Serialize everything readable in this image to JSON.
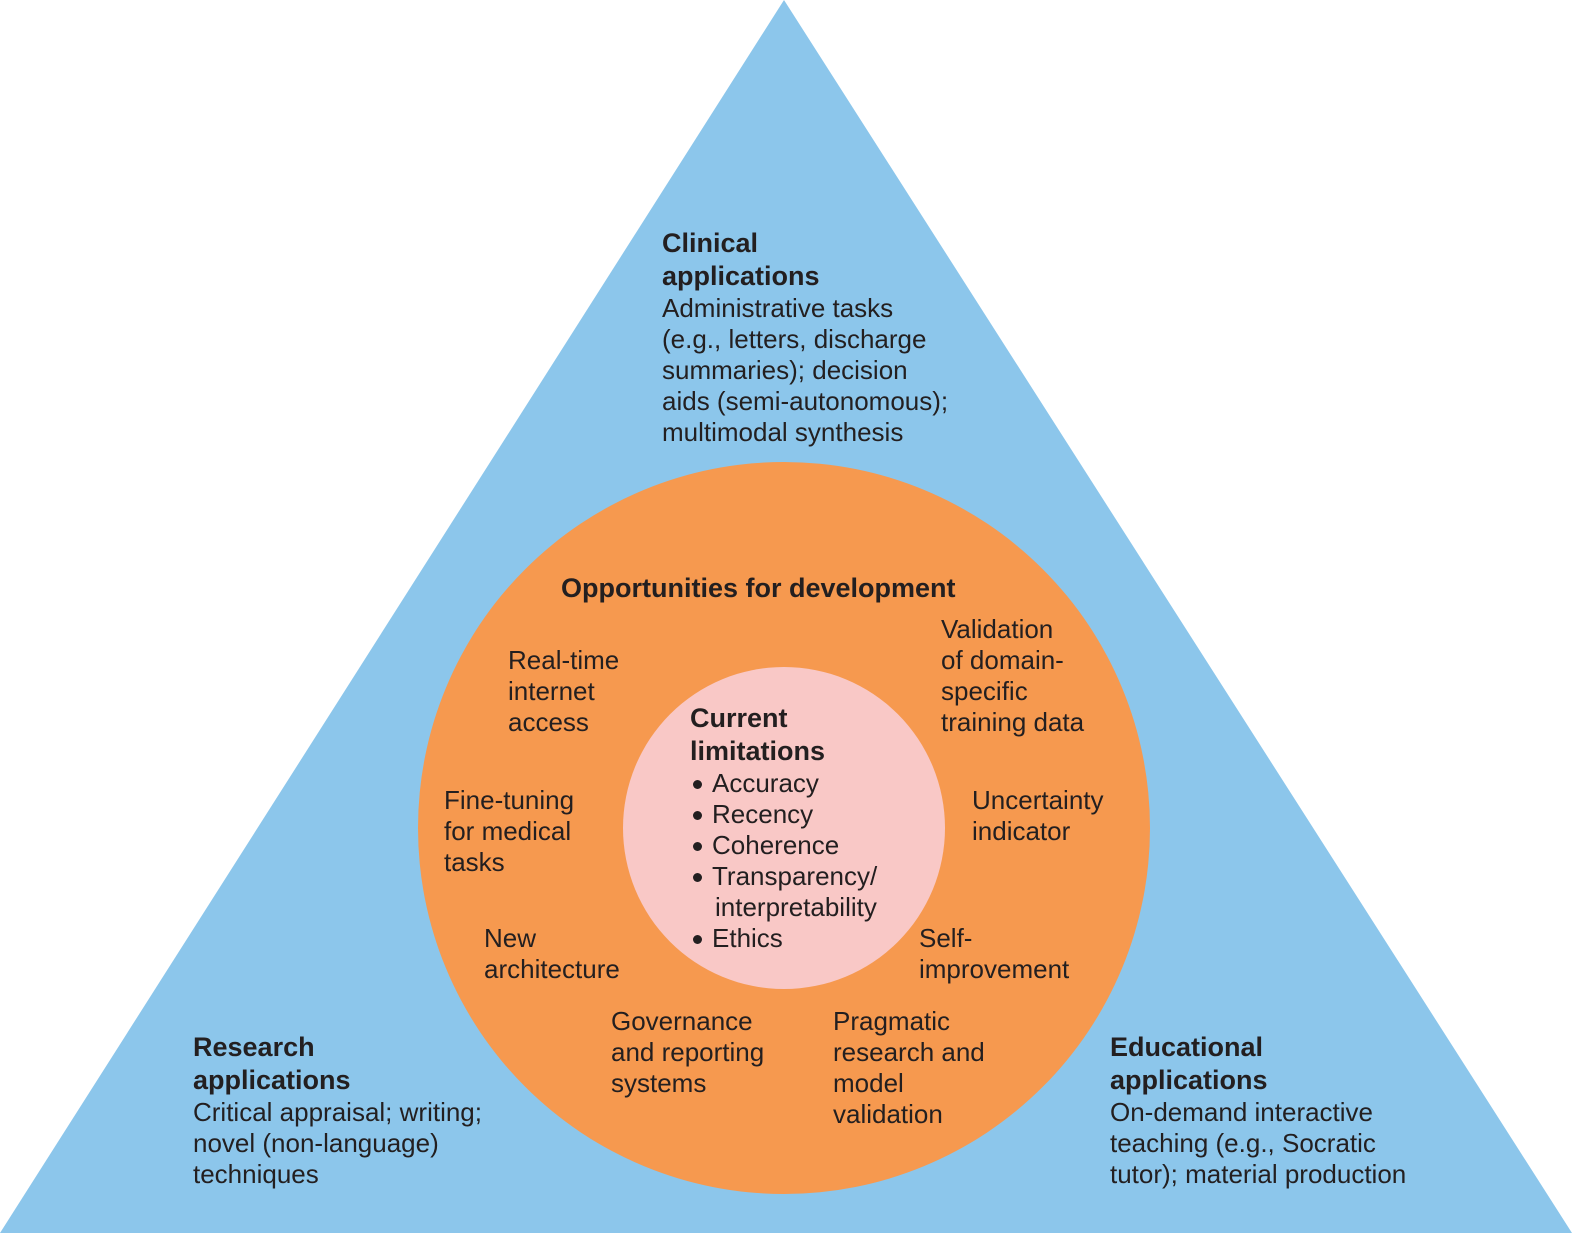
{
  "colors": {
    "triangle": "#8cc6eb",
    "outer_circle": "#f6994f",
    "inner_circle": "#f9c8c6",
    "text": "#231f20"
  },
  "clinical": {
    "heading": [
      "Clinical",
      "applications"
    ],
    "body": [
      "Administrative tasks",
      "(e.g., letters, discharge",
      "summaries); decision",
      "aids (semi-autonomous);",
      "multimodal synthesis"
    ]
  },
  "research": {
    "heading": [
      "Research",
      "applications"
    ],
    "body": [
      "Critical appraisal; writing;",
      "novel (non-language)",
      "techniques"
    ]
  },
  "educational": {
    "heading": [
      "Educational",
      "applications"
    ],
    "body": [
      "On-demand interactive",
      "teaching (e.g., Socratic",
      "tutor); material production"
    ]
  },
  "opportunities": {
    "title": "Opportunities for development",
    "items": {
      "realtime": [
        "Real-time",
        "internet",
        "access"
      ],
      "validation": [
        "Validation",
        "of domain-",
        "specific",
        "training data"
      ],
      "finetuning": [
        "Fine-tuning",
        "for medical",
        "tasks"
      ],
      "uncertainty": [
        "Uncertainty",
        "indicator"
      ],
      "architecture": [
        "New",
        "architecture"
      ],
      "selfimprovement": [
        "Self-",
        "improvement"
      ],
      "governance": [
        "Governance",
        "and reporting",
        "systems"
      ],
      "pragmatic": [
        "Pragmatic",
        "research and",
        "model",
        "validation"
      ]
    }
  },
  "limitations": {
    "heading": [
      "Current",
      "limitations"
    ],
    "items": [
      "Accuracy",
      "Recency",
      "Coherence",
      "Transparency/",
      "interpretability",
      "Ethics"
    ]
  }
}
